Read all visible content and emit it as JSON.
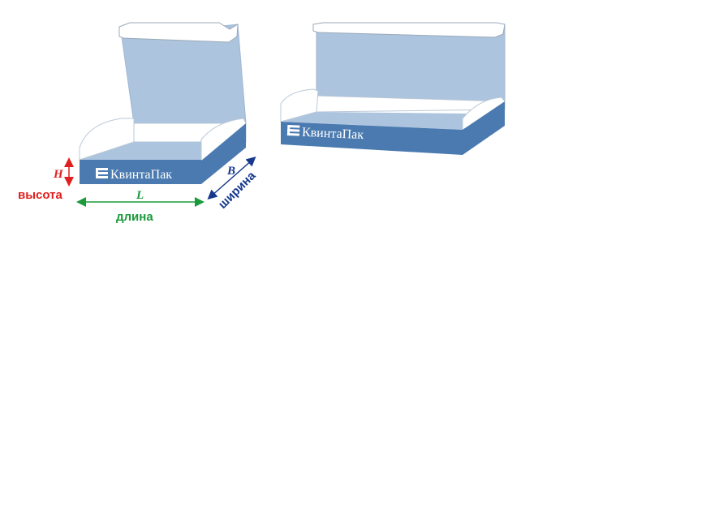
{
  "brand_name": "КвинтаПак",
  "dimensions": {
    "height": {
      "symbol": "H",
      "label": "высота"
    },
    "length": {
      "symbol": "L",
      "label": "длина"
    },
    "width": {
      "symbol": "B",
      "label": "ширина"
    }
  },
  "colors": {
    "box_side": "#4a7ab0",
    "box_inner": "#acc4de",
    "box_edge": "#8fb0d2",
    "paper": "#ffffff",
    "height_dimension": "#e02020",
    "length_dimension": "#1a9a3a",
    "width_dimension": "#17398c"
  }
}
